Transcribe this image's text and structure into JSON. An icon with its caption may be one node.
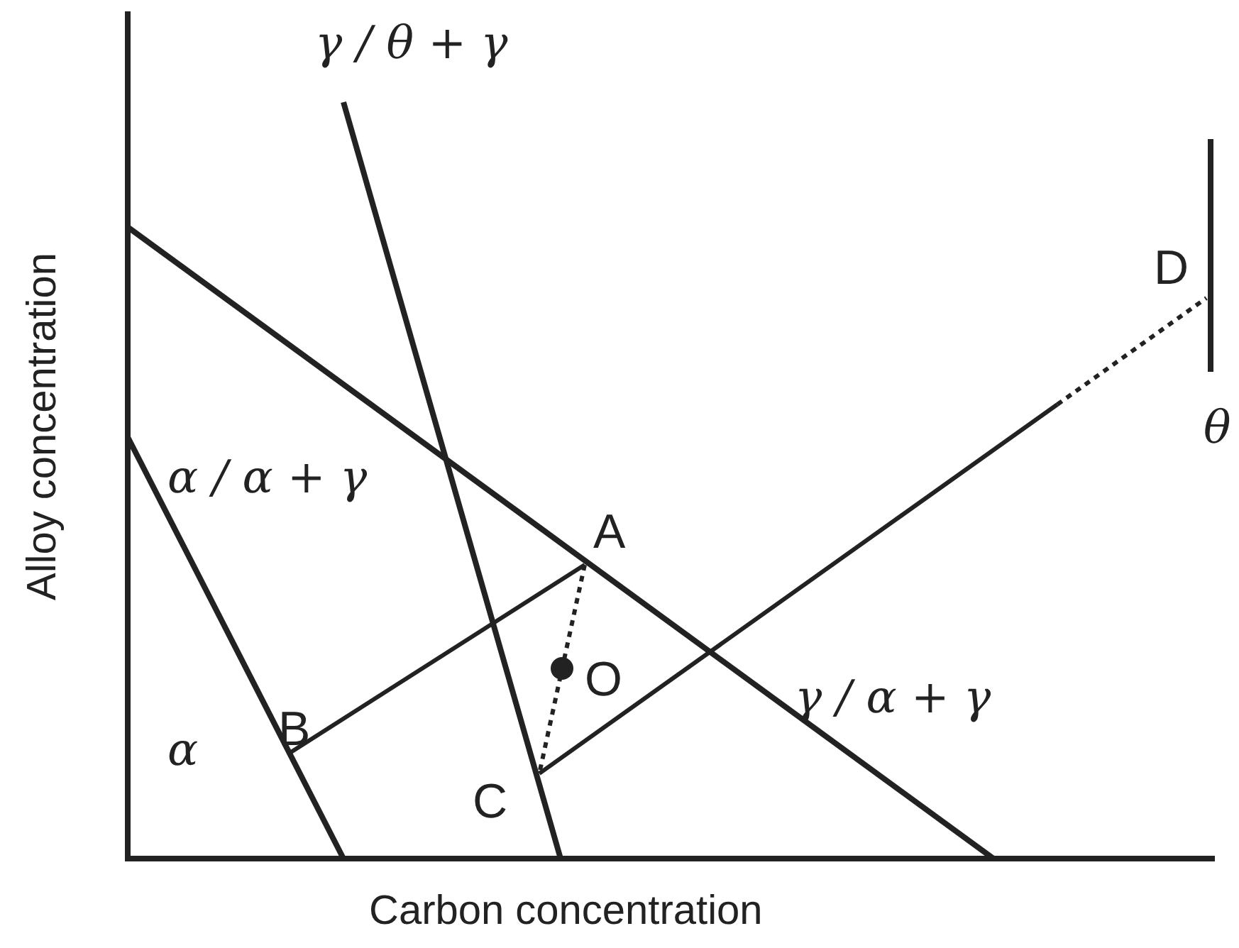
{
  "diagram": {
    "labels": [
      "γ / θ + γ",
      "D",
      "θ",
      "α / α + γ",
      "A",
      "O",
      "B",
      "γ / α + γ",
      "α",
      "C",
      "Alloy concentration",
      "Carbon concentration"
    ]
  }
}
